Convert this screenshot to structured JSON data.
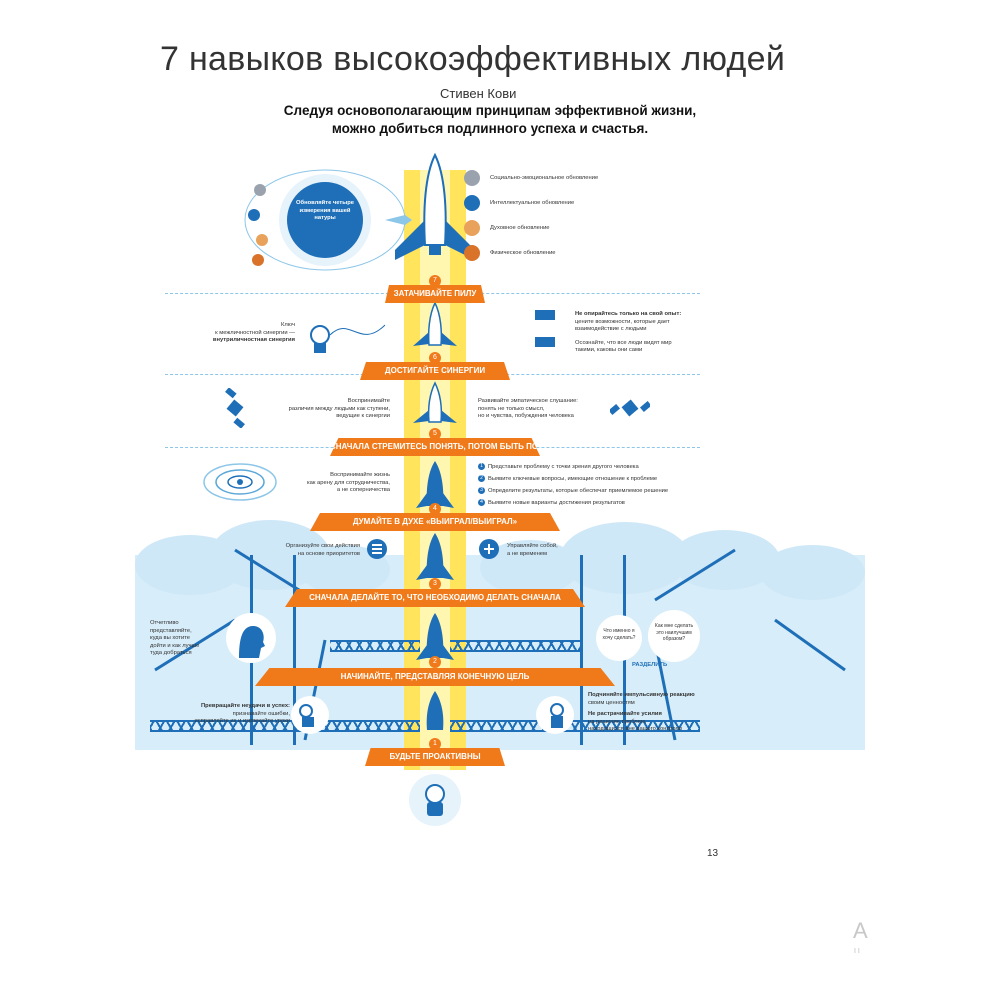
{
  "header": {
    "title": "7 навыков высокоэффективных людей",
    "author": "Стивен Кови",
    "subtitle_line1": "Следуя основополагающим принципам эффективной жизни,",
    "subtitle_line2": "можно добиться подлинного успеха и счастья."
  },
  "renewal": {
    "circle_text": "Обновляйте четыре измерения вашей натуры",
    "items": [
      "Социально-эмоциональное обновление",
      "Интеллектуальное обновление",
      "Духовное обновление",
      "Физическое обновление"
    ]
  },
  "habits": [
    {
      "num": "7",
      "label": "ЗАТАЧИВАЙТЕ ПИЛУ"
    },
    {
      "num": "6",
      "label": "ДОСТИГАЙТЕ СИНЕРГИИ"
    },
    {
      "num": "5",
      "label": "СНАЧАЛА СТРЕМИТЕСЬ ПОНЯТЬ, ПОТОМ БЫТЬ ПОНЯТЫМ"
    },
    {
      "num": "4",
      "label": "ДУМАЙТЕ В ДУХЕ «ВЫИГРАЛ/ВЫИГРАЛ»"
    },
    {
      "num": "3",
      "label": "СНАЧАЛА ДЕЛАЙТЕ ТО, ЧТО НЕОБХОДИМО ДЕЛАТЬ СНАЧАЛА"
    },
    {
      "num": "2",
      "label": "НАЧИНАЙТЕ, ПРЕДСТАВЛЯЯ КОНЕЧНУЮ ЦЕЛЬ"
    },
    {
      "num": "1",
      "label": "БУДЬТЕ ПРОАКТИВНЫ"
    }
  ],
  "synergy": {
    "left_1": "Ключ",
    "left_2": "к межличностной синергии —",
    "left_3": "внутриличностная синергия",
    "right_1": "Не опирайтесь только на свой опыт:",
    "right_2": "цените возможности, которые дает",
    "right_3": "взаимодействие с людьми",
    "right_4": "Осознайте, что все люди видят мир",
    "right_5": "такими, каковы они сами"
  },
  "understand": {
    "left_1": "Воспринимайте",
    "left_2": "различия между людьми как ступени,",
    "left_3": "ведущие к синергии",
    "right_1": "Развивайте эмпатическое слушание:",
    "right_2": "понять не только смысл,",
    "right_3": "но и чувства, побуждения человека"
  },
  "winwin": {
    "left_1": "Воспринимайте жизнь",
    "left_2": "как арену для сотрудничества,",
    "left_3": "а не соперничества",
    "steps": [
      {
        "n": "1",
        "text": "Представьте проблему с точки зрения другого человека"
      },
      {
        "n": "2",
        "text": "Выявите ключевые вопросы, имеющие отношение к проблеме"
      },
      {
        "n": "3",
        "text": "Определите результаты, которые обеспечат приемлемое решение"
      },
      {
        "n": "4",
        "text": "Выявите новые варианты достижения результатов"
      }
    ]
  },
  "first": {
    "left_1": "Организуйте свои действия",
    "left_2": "на основе приоритетов",
    "right_1": "Управляйте собой,",
    "right_2": "а не временем"
  },
  "end": {
    "left_1": "Отчетливо",
    "left_2": "представляйте,",
    "left_3": "куда вы хотите",
    "left_4": "дойти и как лучше",
    "left_5": "туда добраться",
    "bubble_1": "Что именно я хочу сделать?",
    "bubble_2": "Как мне сделать это наилучшим образом?",
    "divide": "РАЗДЕЛИТЬ"
  },
  "proactive": {
    "left_1": "Превращайте неудачи в успех:",
    "left_2": "признавайте ошибки,",
    "left_3": "исправляйте их и извлекайте уроки",
    "right_1": "Подчиняйте импульсивную реакцию",
    "right_2": "своим ценностям",
    "right_3": "Не растрачивайте усилия",
    "right_4": "на решение проблем,",
    "right_5": "находящихся вне вашего контроля"
  },
  "footer": {
    "page_number": "13",
    "watermark": "А",
    "watermark_dots": "I I"
  },
  "colors": {
    "orange": "#f07a1a",
    "blue": "#1e6fb8",
    "yellow": "#ffe45c",
    "sky": "#d7edf9"
  }
}
